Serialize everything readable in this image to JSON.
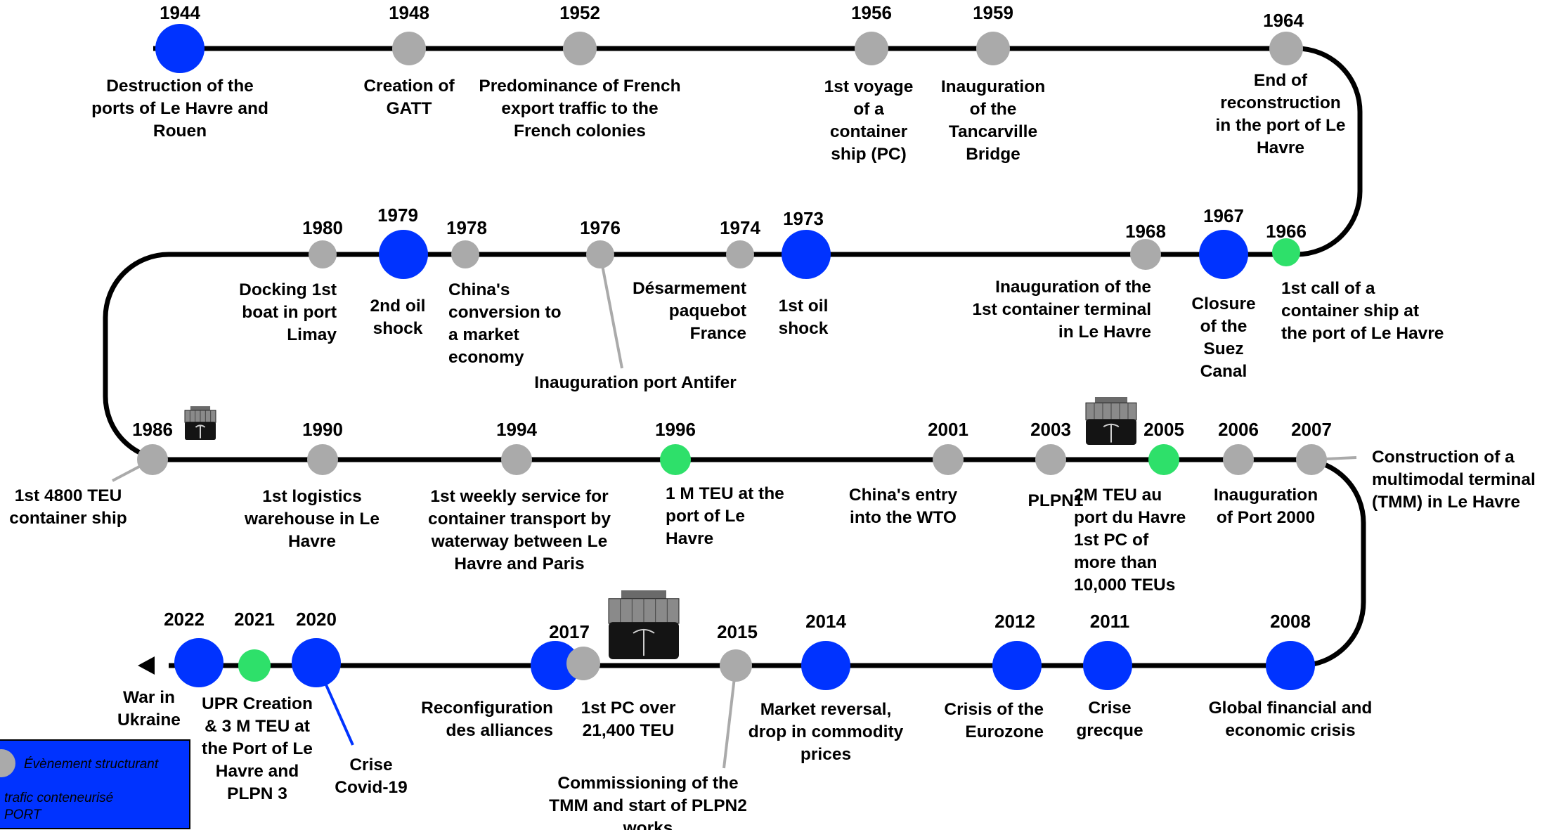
{
  "colors": {
    "line": "#000000",
    "major_event": "#0033ff",
    "structuring_event": "#aaaaaa",
    "container_traffic": "#2ee06a"
  },
  "events": [
    {
      "year": "1944",
      "label": [
        "Destruction of the",
        "ports of Le Havre and",
        "Rouen"
      ],
      "kind": "major"
    },
    {
      "year": "1948",
      "label": [
        "Creation of",
        "GATT"
      ],
      "kind": "structuring"
    },
    {
      "year": "1952",
      "label": [
        "Predominance of French",
        "export traffic to the",
        "French colonies"
      ],
      "kind": "structuring"
    },
    {
      "year": "1956",
      "label": [
        "1st voyage",
        "of a",
        "container",
        "ship (PC)"
      ],
      "kind": "structuring"
    },
    {
      "year": "1959",
      "label": [
        "Inauguration",
        "of the",
        "Tancarville",
        "Bridge"
      ],
      "kind": "structuring"
    },
    {
      "year": "1964",
      "label": [
        "End of",
        "reconstruction",
        "in the port of Le",
        "Havre"
      ],
      "kind": "structuring"
    },
    {
      "year": "1966",
      "label": [
        "1st call of a",
        "container ship at",
        "the port of Le Havre"
      ],
      "kind": "container"
    },
    {
      "year": "1967",
      "label": [
        "Closure",
        "of the",
        "Suez",
        "Canal"
      ],
      "kind": "major"
    },
    {
      "year": "1968",
      "label": [
        "Inauguration of the",
        "1st container terminal",
        "in Le Havre"
      ],
      "kind": "structuring"
    },
    {
      "year": "1973",
      "label": [
        "1st oil",
        "shock"
      ],
      "kind": "major"
    },
    {
      "year": "1974",
      "label": [
        "Désarmement",
        "paquebot",
        "France"
      ],
      "kind": "structuring"
    },
    {
      "year": "1976",
      "label": [
        "Inauguration port Antifer"
      ],
      "kind": "structuring"
    },
    {
      "year": "1978",
      "label": [
        "China's",
        "conversion to",
        "a market",
        "economy"
      ],
      "kind": "structuring"
    },
    {
      "year": "1979",
      "label": [
        "2nd oil",
        "shock"
      ],
      "kind": "major"
    },
    {
      "year": "1980",
      "label": [
        "Docking 1st",
        "boat in port",
        "Limay"
      ],
      "kind": "structuring"
    },
    {
      "year": "1986",
      "label": [
        "1st 4800 TEU",
        "container ship"
      ],
      "kind": "structuring"
    },
    {
      "year": "1990",
      "label": [
        "1st logistics",
        "warehouse in Le",
        "Havre"
      ],
      "kind": "structuring"
    },
    {
      "year": "1994",
      "label": [
        "1st weekly service for",
        "container transport by",
        "waterway between Le",
        "Havre and Paris"
      ],
      "kind": "structuring"
    },
    {
      "year": "1996",
      "label": [
        "1 M TEU at the",
        "port of Le",
        "Havre"
      ],
      "kind": "container"
    },
    {
      "year": "2001",
      "label": [
        "China's entry",
        "into the WTO"
      ],
      "kind": "structuring"
    },
    {
      "year": "2003",
      "label": [
        "PLPN1"
      ],
      "kind": "structuring"
    },
    {
      "year": "2005",
      "label": [
        "2M TEU au",
        "port du Havre",
        "1st PC of",
        "more than",
        "10,000 TEUs"
      ],
      "kind": "container"
    },
    {
      "year": "2006",
      "label": [
        "Inauguration",
        "of Port 2000"
      ],
      "kind": "structuring"
    },
    {
      "year": "2007",
      "label": [
        "Construction of a",
        "multimodal terminal",
        "(TMM) in Le Havre"
      ],
      "kind": "structuring"
    },
    {
      "year": "2008",
      "label": [
        "Global financial and",
        "economic crisis"
      ],
      "kind": "major"
    },
    {
      "year": "2011",
      "label": [
        "Crise",
        "grecque"
      ],
      "kind": "major"
    },
    {
      "year": "2012",
      "label": [
        "Crisis of the",
        "Eurozone"
      ],
      "kind": "major"
    },
    {
      "year": "2014",
      "label": [
        "Market reversal,",
        "drop in commodity",
        "prices"
      ],
      "kind": "major"
    },
    {
      "year": "2015",
      "label": [
        "Commissioning of the",
        "TMM and start of PLPN2",
        "works"
      ],
      "kind": "structuring"
    },
    {
      "year": "2017",
      "label": [
        "Reconfiguration",
        "des alliances"
      ],
      "kind": "major"
    },
    {
      "year": "",
      "label": [
        "1st PC over",
        "21,400 TEU"
      ],
      "kind": "structuring"
    },
    {
      "year": "2020",
      "label": [
        "Crise",
        "Covid-19"
      ],
      "kind": "major"
    },
    {
      "year": "2021",
      "label": [
        "UPR Creation",
        "& 3 M TEU at",
        "the Port of Le",
        "Havre and",
        "PLPN 3"
      ],
      "kind": "container"
    },
    {
      "year": "2022",
      "label": [
        "War in",
        "Ukraine"
      ],
      "kind": "major"
    }
  ],
  "legend": {
    "structuring": "Évènement structurant",
    "container_line1": "trafic conteneurisé",
    "container_line2": "PORT"
  }
}
